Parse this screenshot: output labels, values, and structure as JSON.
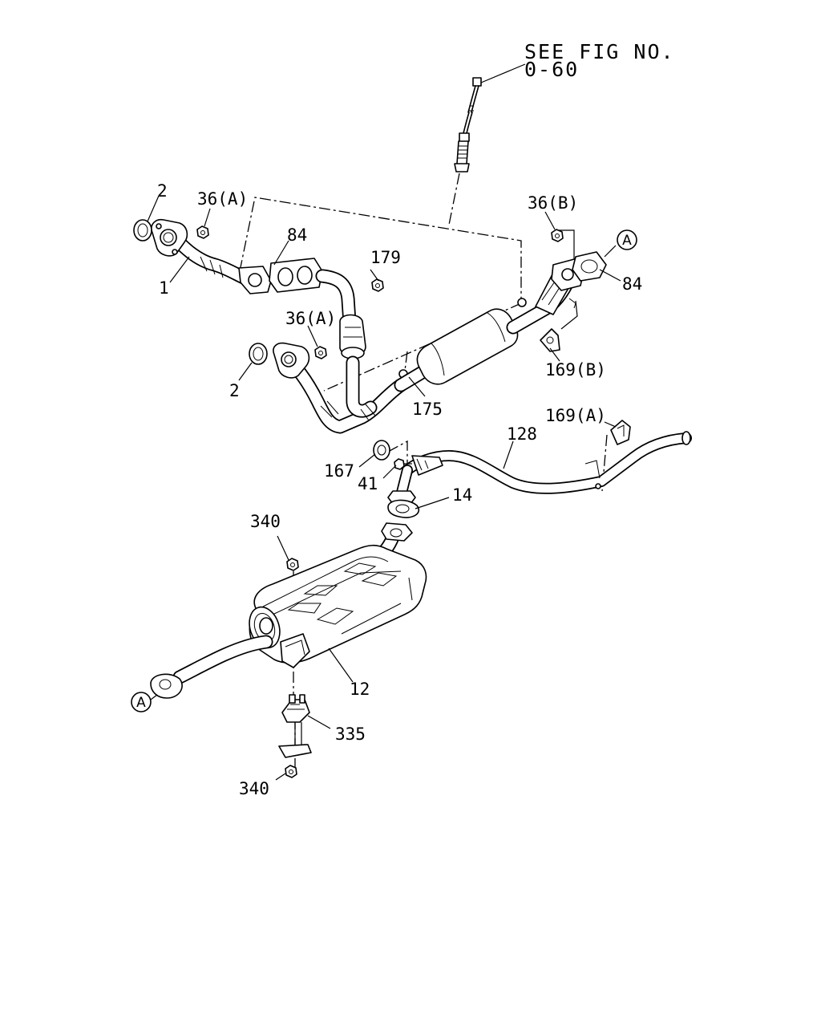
{
  "reference": {
    "line1": "SEE FIG NO.",
    "line2": "0-60"
  },
  "callouts": [
    {
      "id": "2-top",
      "text": "2"
    },
    {
      "id": "36a-top",
      "text": "36(A)"
    },
    {
      "id": "84-left",
      "text": "84"
    },
    {
      "id": "179",
      "text": "179"
    },
    {
      "id": "1",
      "text": "1"
    },
    {
      "id": "36a-mid",
      "text": "36(A)"
    },
    {
      "id": "2-mid",
      "text": "2"
    },
    {
      "id": "36b",
      "text": "36(B)"
    },
    {
      "id": "84-right",
      "text": "84"
    },
    {
      "id": "169b",
      "text": "169(B)"
    },
    {
      "id": "175",
      "text": "175"
    },
    {
      "id": "169a",
      "text": "169(A)"
    },
    {
      "id": "128",
      "text": "128"
    },
    {
      "id": "167",
      "text": "167"
    },
    {
      "id": "41",
      "text": "41"
    },
    {
      "id": "14",
      "text": "14"
    },
    {
      "id": "340-top",
      "text": "340"
    },
    {
      "id": "12",
      "text": "12"
    },
    {
      "id": "335",
      "text": "335"
    },
    {
      "id": "340-bottom",
      "text": "340"
    }
  ],
  "connectors": [
    {
      "id": "A-top",
      "letter": "A"
    },
    {
      "id": "A-bottom",
      "letter": "A"
    }
  ]
}
